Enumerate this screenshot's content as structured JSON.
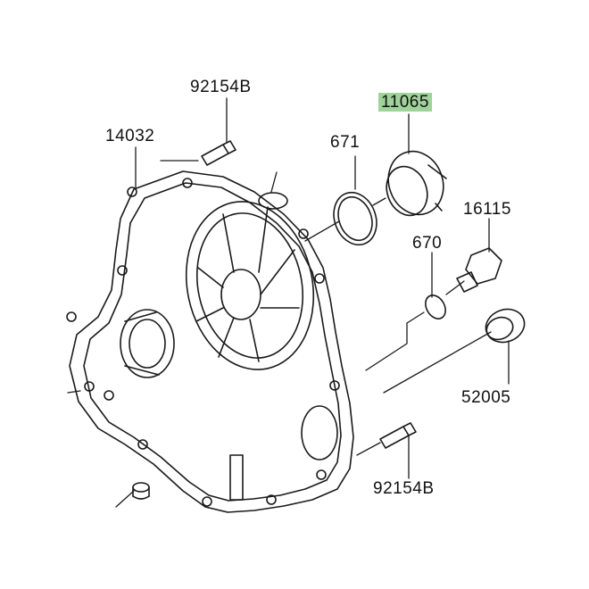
{
  "colors": {
    "line": "#1a1a1a",
    "highlight": "#9fd39a",
    "background": "#ffffff"
  },
  "parts": {
    "p92154b_top": "92154B",
    "p14032": "14032",
    "p671": "671",
    "p11065": "11065",
    "p16115": "16115",
    "p670": "670",
    "p52005": "52005",
    "p92154b_bottom": "92154B"
  },
  "highlighted_part": "11065"
}
